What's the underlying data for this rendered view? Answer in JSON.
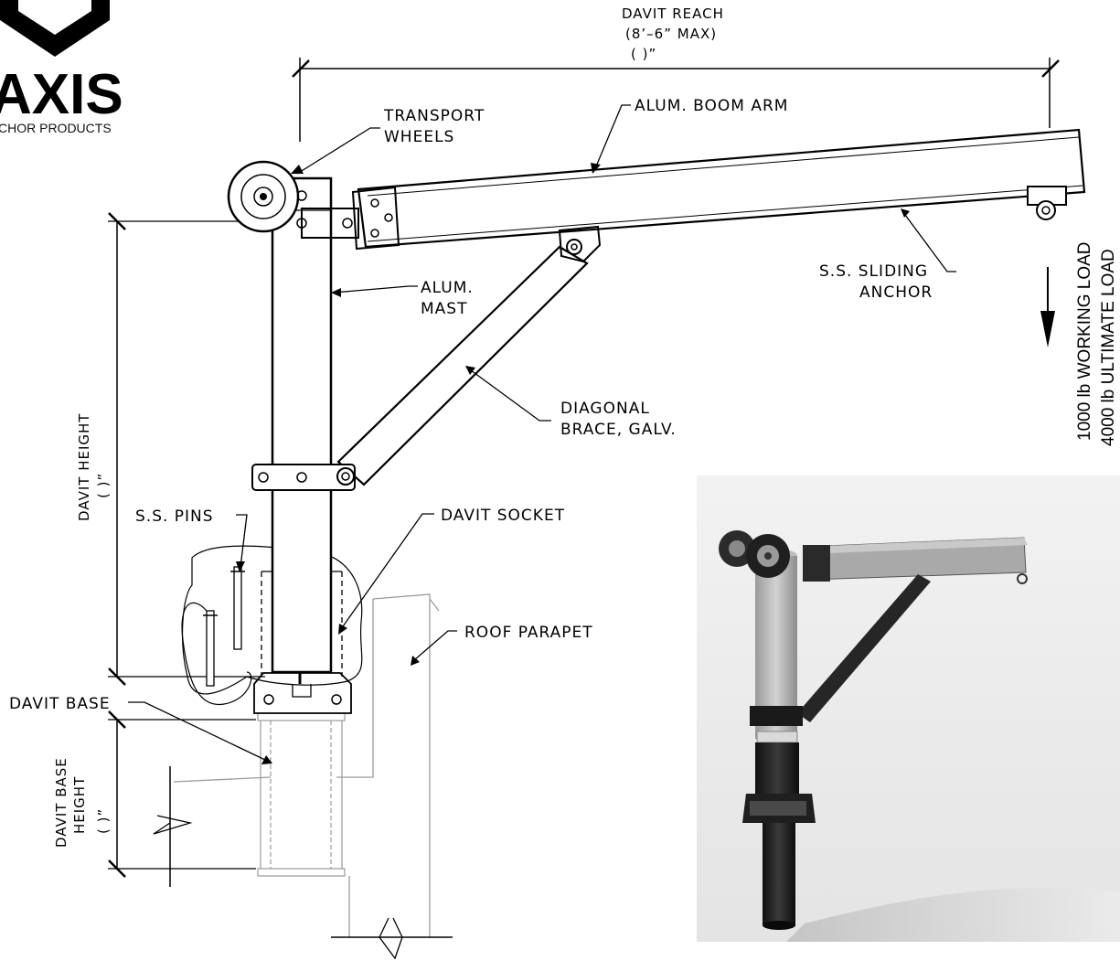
{
  "logo": {
    "word": "AXIS",
    "subtitle": "CHOR PRODUCTS",
    "icon": "shield-chevron-icon"
  },
  "labels": {
    "davit_reach_line1": "DAVIT REACH",
    "davit_reach_line2": "(8’–6” MAX)",
    "davit_reach_line3": "(          )”",
    "transport_wheels_1": "TRANSPORT",
    "transport_wheels_2": "WHEELS",
    "boom_arm": "ALUM. BOOM ARM",
    "mast_1": "ALUM.",
    "mast_2": "MAST",
    "sliding_anchor_1": "S.S. SLIDING",
    "sliding_anchor_2": "ANCHOR",
    "brace_1": "DIAGONAL",
    "brace_2": "BRACE, GALV.",
    "ss_pins": "S.S. PINS",
    "davit_socket": "DAVIT SOCKET",
    "roof_parapet": "ROOF PARAPET",
    "davit_base": "DAVIT BASE",
    "davit_height_1": "DAVIT HEIGHT",
    "davit_height_2": "(          )”",
    "davit_base_height_1": "DAVIT BASE",
    "davit_base_height_2": "HEIGHT",
    "davit_base_height_3": "(          )”"
  },
  "loads": {
    "working": "1000 lb WORKING LOAD",
    "ultimate": "4000 lb ULTIMATE LOAD"
  },
  "colors": {
    "line": "#000000",
    "light_line": "#9a9a9a",
    "photo_bg": "#eeeeee",
    "mast_gray": "#b5b5b5",
    "socket_dark": "#262626"
  }
}
